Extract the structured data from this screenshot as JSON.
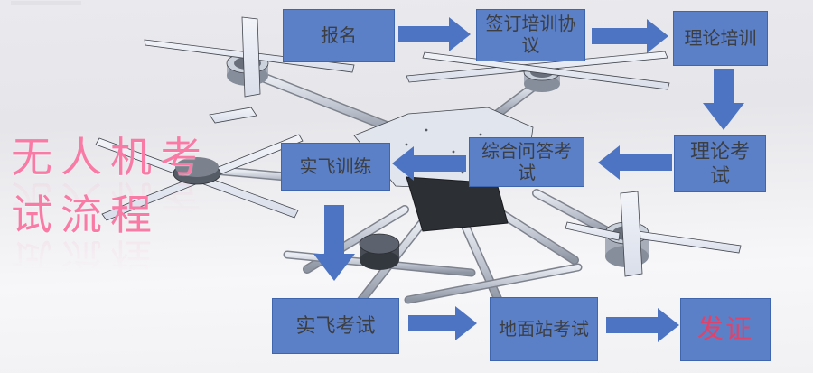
{
  "title": {
    "line1": "无人机考",
    "line2": "试流程"
  },
  "theme": {
    "box_fill": "#5b80c8",
    "box_border": "#3e65ad",
    "box_text": "#3c3e42",
    "arrow_fill": "#4d74c2",
    "title_pink": "#f87aa5",
    "highlight_red": "#e0436a"
  },
  "flowchart": {
    "nodes": [
      {
        "id": "signup",
        "label": "报名"
      },
      {
        "id": "agreement",
        "label": "签订培训协议"
      },
      {
        "id": "theory-training",
        "label": "理论培训"
      },
      {
        "id": "theory-exam",
        "label": "理论考试"
      },
      {
        "id": "qa-exam",
        "label": "综合问答考试"
      },
      {
        "id": "flight-training",
        "label": "实飞训练"
      },
      {
        "id": "flight-exam",
        "label": "实飞考试"
      },
      {
        "id": "ground-station-exam",
        "label": "地面站考试"
      },
      {
        "id": "certificate",
        "label": "发证",
        "highlight": true
      }
    ],
    "edges": [
      {
        "from": "报名",
        "to": "签订培训协议",
        "direction": "right"
      },
      {
        "from": "签订培训协议",
        "to": "理论培训",
        "direction": "right"
      },
      {
        "from": "理论培训",
        "to": "理论考试",
        "direction": "down"
      },
      {
        "from": "理论考试",
        "to": "综合问答考试",
        "direction": "left"
      },
      {
        "from": "综合问答考试",
        "to": "实飞训练",
        "direction": "left"
      },
      {
        "from": "实飞训练",
        "to": "实飞考试",
        "direction": "down"
      },
      {
        "from": "实飞考试",
        "to": "地面站考试",
        "direction": "right"
      },
      {
        "from": "地面站考试",
        "to": "发证",
        "direction": "right"
      }
    ]
  },
  "illustration": {
    "name": "drone-cad-render",
    "description": "gray CAD rendering of a multirotor drone behind the flowchart"
  }
}
